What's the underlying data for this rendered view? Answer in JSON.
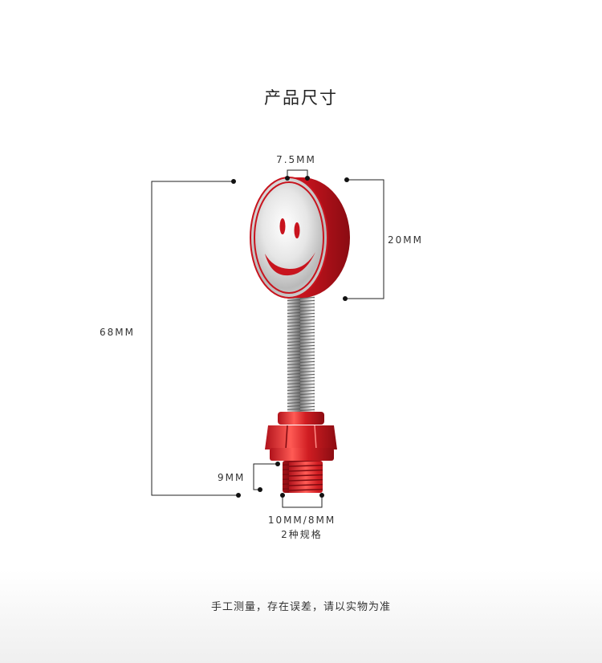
{
  "title": "产品尺寸",
  "dimensions": {
    "head_thickness": "7.5MM",
    "head_diameter": "20MM",
    "total_length": "68MM",
    "thread_length": "9MM",
    "thread_size": "10MM/8MM",
    "variants": "2种规格"
  },
  "note": "手工测量，存在误差，请以实物为准",
  "colors": {
    "accent_red": "#c8141e",
    "silver": "#d9d9d9",
    "line": "#222222"
  }
}
